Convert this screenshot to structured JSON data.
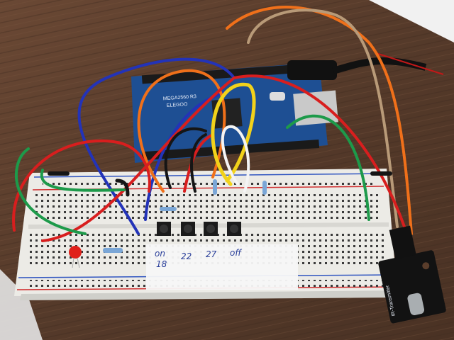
{
  "scene": {
    "description_kind": "photo",
    "board_brand": "ELEGOO",
    "board_model": "MEGA2560 R3",
    "module_label": "IR-Transmitter",
    "button_labels": [
      {
        "top": "on",
        "bottom": "18"
      },
      {
        "top": "22",
        "bottom": ""
      },
      {
        "top": "27",
        "bottom": ""
      },
      {
        "top": "off",
        "bottom": ""
      }
    ]
  },
  "colors": {
    "wood": "#5e4030",
    "breadboard": "#ecebe6",
    "arduino": "#1e4f93",
    "wire_red": "#d81e1e",
    "wire_blue": "#2333b8",
    "wire_orange": "#f0701a",
    "wire_yellow": "#f2d21a",
    "wire_green": "#1d9a4a",
    "wire_white": "#f4f4f4",
    "wire_black": "#151515"
  }
}
